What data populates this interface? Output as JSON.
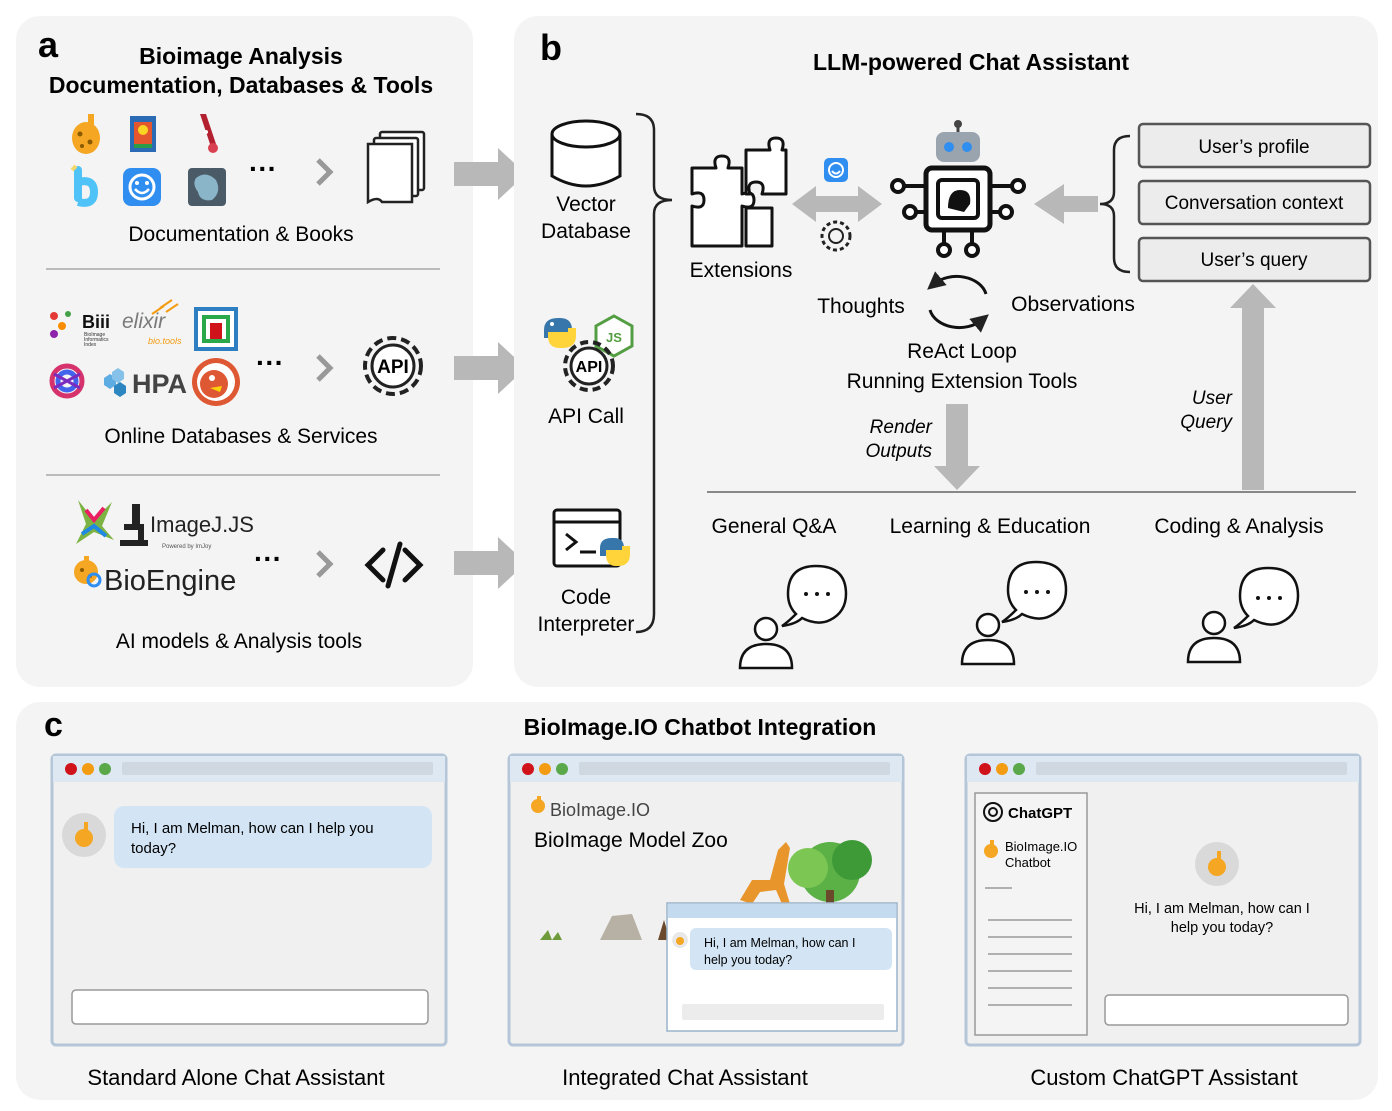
{
  "panel_a": {
    "letter": "a",
    "title_line1": "Bioimage Analysis",
    "title_line2": "Documentation, Databases & Tools",
    "row1_caption": "Documentation & Books",
    "row2_caption": "Online Databases & Services",
    "row3_caption": "AI models & Analysis tools",
    "ellipsis": "···",
    "logos": {
      "biii": "Biii",
      "biii_sub1": "BioImage",
      "biii_sub2": "Informatics",
      "biii_sub3": "Index",
      "elixir": "elixir",
      "biotools": "bio.tools",
      "hpa": "HPA",
      "api": "API",
      "imagej": "ImageJ.JS",
      "imagej_sub": "Powered by ImJoy",
      "bioengine": "BioEngine"
    }
  },
  "panel_b": {
    "letter": "b",
    "title": "LLM-powered Chat Assistant",
    "vector_db_line1": "Vector",
    "vector_db_line2": "Database",
    "api_call": "API Call",
    "api_icon": "API",
    "code_line1": "Code",
    "code_line2": "Interpreter",
    "extensions": "Extensions",
    "thoughts": "Thoughts",
    "observations": "Observations",
    "react_line1": "ReAct Loop",
    "react_line2": "Running Extension Tools",
    "render_line1": "Render",
    "render_line2": "Outputs",
    "user_query_line1": "User",
    "user_query_line2": "Query",
    "context_boxes": [
      "User’s profile",
      "Conversation context",
      "User’s query"
    ],
    "use_cases": [
      "General Q&A",
      "Learning & Education",
      "Coding & Analysis"
    ]
  },
  "panel_c": {
    "letter": "c",
    "title": "BioImage.IO Chatbot Integration",
    "window1": {
      "message": [
        "Hi, I am Melman, how can I help you",
        "today?"
      ],
      "caption": "Standard Alone Chat Assistant"
    },
    "window2": {
      "brand": "BioImage.IO",
      "heading": "BioImage Model Zoo",
      "message": [
        "Hi, I am Melman, how can I",
        "help you today?"
      ],
      "caption": "Integrated Chat Assistant"
    },
    "window3": {
      "chatgpt": "ChatGPT",
      "bot_name_line1": "BioImage.IO",
      "bot_name_line2": "Chatbot",
      "message": [
        "Hi, I am Melman, how can I",
        "help you today?"
      ],
      "caption": "Custom ChatGPT Assistant"
    }
  },
  "colors": {
    "panel_bg": "#f4f4f4",
    "arrow": "#b8b8b8",
    "bubble": "#d3e5f5",
    "window_bar": "#c4daef",
    "dot_red": "#d0121a",
    "dot_orange": "#f39c12",
    "dot_green": "#5aa84a"
  }
}
